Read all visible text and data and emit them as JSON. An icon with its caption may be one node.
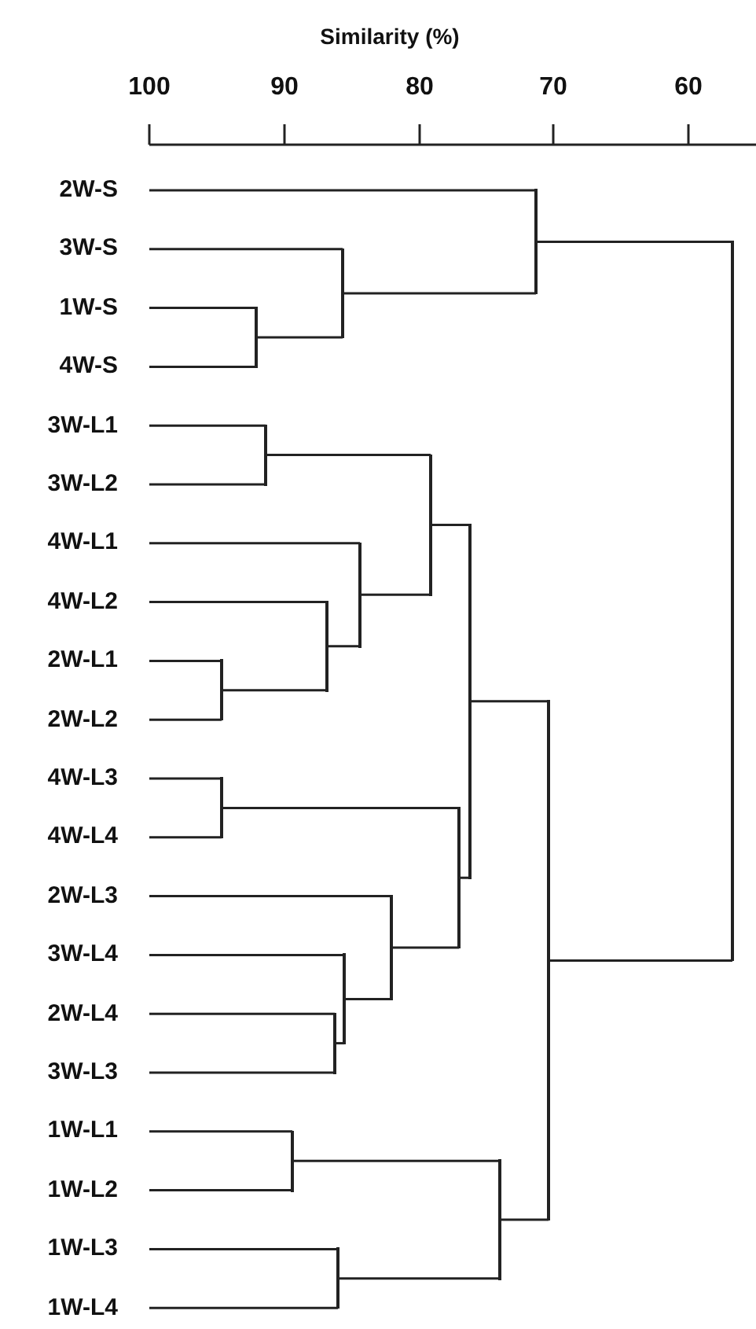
{
  "diagram": {
    "nodes": [
      {
        "text": [
          "2W-S"
        ]
      },
      {
        "text": [
          "3W-S"
        ]
      },
      {
        "text": [
          "1W-S"
        ]
      },
      {
        "text": [
          "4W-S"
        ]
      },
      {
        "text": [
          "3W-L1"
        ]
      },
      {
        "text": [
          "3W-L2"
        ]
      },
      {
        "text": [
          "4W-L1"
        ]
      },
      {
        "text": [
          "4W-L2"
        ]
      },
      {
        "text": [
          "2W-L1"
        ]
      },
      {
        "text": [
          "2W-L2"
        ]
      },
      {
        "text": [
          "4W-L3"
        ]
      },
      {
        "text": [
          "4W-L4"
        ]
      },
      {
        "text": [
          "2W-L3"
        ]
      },
      {
        "text": [
          "3W-L4"
        ]
      },
      {
        "text": [
          "2W-L4"
        ]
      },
      {
        "text": [
          "3W-L3"
        ]
      },
      {
        "text": [
          "1W-L1"
        ]
      },
      {
        "text": [
          "1W-L2"
        ]
      },
      {
        "text": [
          "1W-L3"
        ]
      },
      {
        "text": [
          "1W-L4"
        ]
      },
      {
        "text": [],
        "shape": "bar"
      },
      {
        "text": [],
        "shape": "bar"
      },
      {
        "text": [],
        "shape": "bar"
      },
      {
        "text": [],
        "shape": "bar"
      },
      {
        "text": [],
        "shape": "bar"
      },
      {
        "text": [],
        "shape": "bar"
      },
      {
        "text": [],
        "shape": "bar"
      },
      {
        "text": [],
        "shape": "bar"
      },
      {
        "text": [],
        "shape": "bar"
      },
      {
        "text": [],
        "shape": "bar"
      },
      {
        "text": [],
        "shape": "bar"
      },
      {
        "text": [],
        "shape": "bar"
      },
      {
        "text": [],
        "shape": "bar"
      },
      {
        "text": [],
        "shape": "bar"
      },
      {
        "text": [],
        "shape": "bar"
      },
      {
        "text": [],
        "shape": "bar"
      },
      {
        "text": [],
        "shape": "bar"
      },
      {
        "text": [],
        "shape": "bar"
      },
      {
        "text": [],
        "shape": "bar"
      }
    ],
    "edges": [
      {
        "from": 20,
        "to": 2,
        "arrow": "none"
      },
      {
        "from": 20,
        "to": 3,
        "arrow": "none"
      },
      {
        "from": 21,
        "to": 1,
        "arrow": "none"
      },
      {
        "from": 21,
        "to": 20,
        "arrow": "none"
      },
      {
        "from": 22,
        "to": 0,
        "arrow": "none"
      },
      {
        "from": 22,
        "to": 21,
        "arrow": "none"
      },
      {
        "from": 23,
        "to": 4,
        "arrow": "none"
      },
      {
        "from": 23,
        "to": 5,
        "arrow": "none"
      },
      {
        "from": 24,
        "to": 8,
        "arrow": "none"
      },
      {
        "from": 24,
        "to": 9,
        "arrow": "none"
      },
      {
        "from": 25,
        "to": 7,
        "arrow": "none"
      },
      {
        "from": 25,
        "to": 24,
        "arrow": "none"
      },
      {
        "from": 26,
        "to": 6,
        "arrow": "none"
      },
      {
        "from": 26,
        "to": 25,
        "arrow": "none"
      },
      {
        "from": 27,
        "to": 23,
        "arrow": "none"
      },
      {
        "from": 27,
        "to": 26,
        "arrow": "none"
      },
      {
        "from": 28,
        "to": 10,
        "arrow": "none"
      },
      {
        "from": 28,
        "to": 11,
        "arrow": "none"
      },
      {
        "from": 29,
        "to": 14,
        "arrow": "none"
      },
      {
        "from": 29,
        "to": 15,
        "arrow": "none"
      },
      {
        "from": 30,
        "to": 13,
        "arrow": "none"
      },
      {
        "from": 30,
        "to": 29,
        "arrow": "none"
      },
      {
        "from": 31,
        "to": 12,
        "arrow": "none"
      },
      {
        "from": 31,
        "to": 30,
        "arrow": "none"
      },
      {
        "from": 32,
        "to": 28,
        "arrow": "none"
      },
      {
        "from": 32,
        "to": 31,
        "arrow": "none"
      },
      {
        "from": 33,
        "to": 27,
        "arrow": "none"
      },
      {
        "from": 33,
        "to": 32,
        "arrow": "none"
      },
      {
        "from": 34,
        "to": 16,
        "arrow": "none"
      },
      {
        "from": 34,
        "to": 17,
        "arrow": "none"
      },
      {
        "from": 35,
        "to": 18,
        "arrow": "none"
      },
      {
        "from": 35,
        "to": 19,
        "arrow": "none"
      },
      {
        "from": 36,
        "to": 34,
        "arrow": "none"
      },
      {
        "from": 36,
        "to": 35,
        "arrow": "none"
      },
      {
        "from": 37,
        "to": 33,
        "arrow": "none"
      },
      {
        "from": 37,
        "to": 36,
        "arrow": "none"
      },
      {
        "from": 38,
        "to": 22,
        "arrow": "none"
      },
      {
        "from": 38,
        "to": 37,
        "arrow": "none"
      }
    ],
    "labels": [
      "Similarity (%)",
      "100",
      "90",
      "80",
      "70",
      "60"
    ]
  }
}
